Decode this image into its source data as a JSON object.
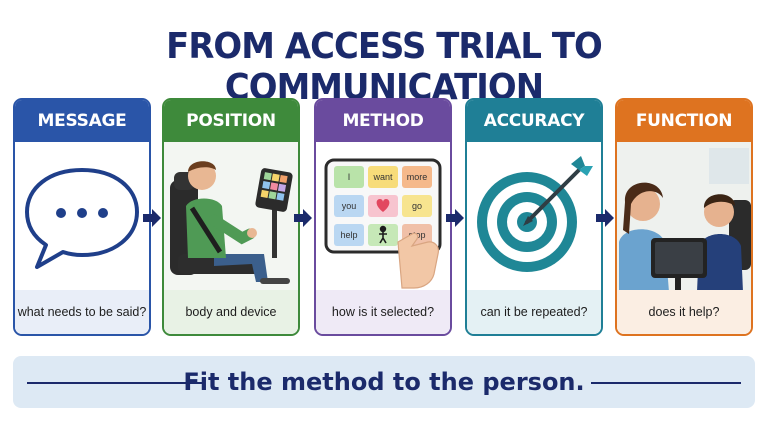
{
  "title": "FROM ACCESS TRIAL TO COMMUNICATION",
  "steps": [
    {
      "heading": "MESSAGE",
      "caption": "what needs to be said?",
      "icon": "speech-bubble-icon",
      "color": "#2a55a8"
    },
    {
      "heading": "POSITION",
      "caption": "body and device",
      "icon": "wheelchair-user-illustration",
      "color": "#3e8a3b"
    },
    {
      "heading": "METHOD",
      "caption": "how is it selected?",
      "icon": "aac-tablet-illustration",
      "color": "#6a4b9e"
    },
    {
      "heading": "ACCURACY",
      "caption": "can it be repeated?",
      "icon": "target-icon",
      "color": "#1f7f96"
    },
    {
      "heading": "FUNCTION",
      "caption": "does it help?",
      "icon": "communication-photo-illustration",
      "color": "#de7320"
    }
  ],
  "aac_grid": [
    "I",
    "want",
    "more",
    "you",
    "",
    "go",
    "help",
    "",
    "stop"
  ],
  "banner": "Fit the method to the person."
}
